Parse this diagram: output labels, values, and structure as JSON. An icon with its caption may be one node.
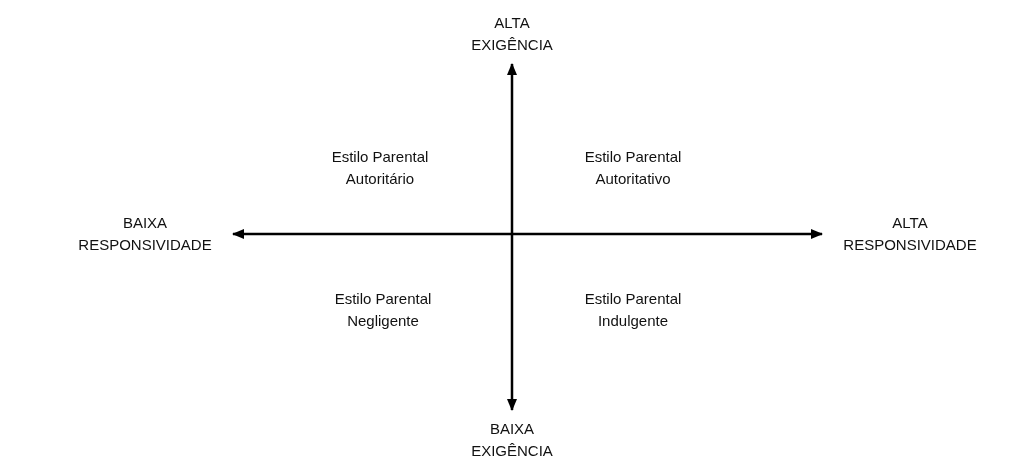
{
  "diagram": {
    "nodes": [
      {
        "text": [
          "ALTA EXIGÊNCIA"
        ]
      },
      {
        "text": [
          "BAIXA RESPONSIVIDADE"
        ]
      },
      {
        "text": [
          "ALTA RESPONSIVIDADE"
        ]
      },
      {
        "text": [
          "BAIXA EXIGÊNCIA"
        ]
      }
    ],
    "edges": [
      {
        "from": 3,
        "to": 0,
        "arrow": "both"
      },
      {
        "from": 1,
        "to": 2,
        "arrow": "both"
      }
    ],
    "labels": [
      "Estilo Parental Autoritário",
      "Estilo Parental Autoritativo",
      "Estilo Parental Negligente",
      "Estilo Parental Indulgente"
    ]
  }
}
